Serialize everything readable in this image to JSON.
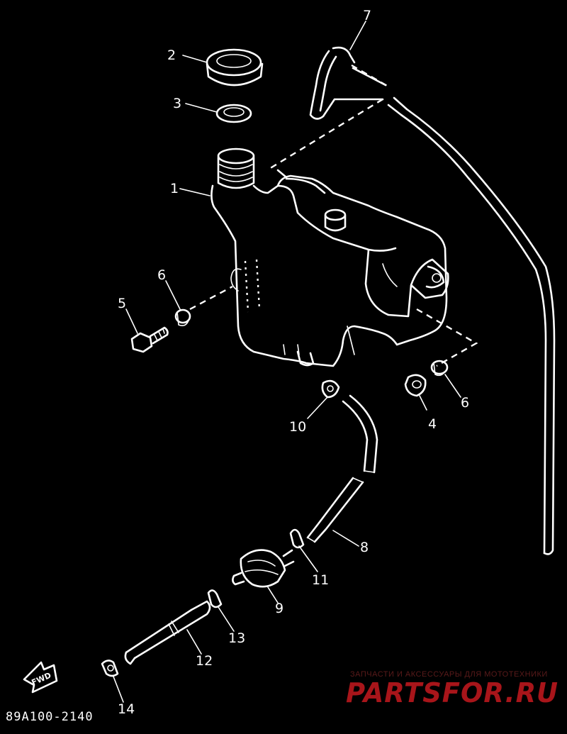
{
  "diagram": {
    "callouts": {
      "c1": "1",
      "c2": "2",
      "c3": "3",
      "c4": "4",
      "c5": "5",
      "c6a": "6",
      "c6b": "6",
      "c7": "7",
      "c8": "8",
      "c9": "9",
      "c10": "10",
      "c11": "11",
      "c12": "12",
      "c13": "13",
      "c14": "14"
    },
    "diagram_code": "89A100-2140",
    "fwd_label": "FWD"
  },
  "watermark": {
    "tagline": "ЗАПЧАСТИ И АКСЕССУАРЫ ДЛЯ МОТОТЕХНИКИ",
    "logo": "PARTSFOR.RU"
  }
}
